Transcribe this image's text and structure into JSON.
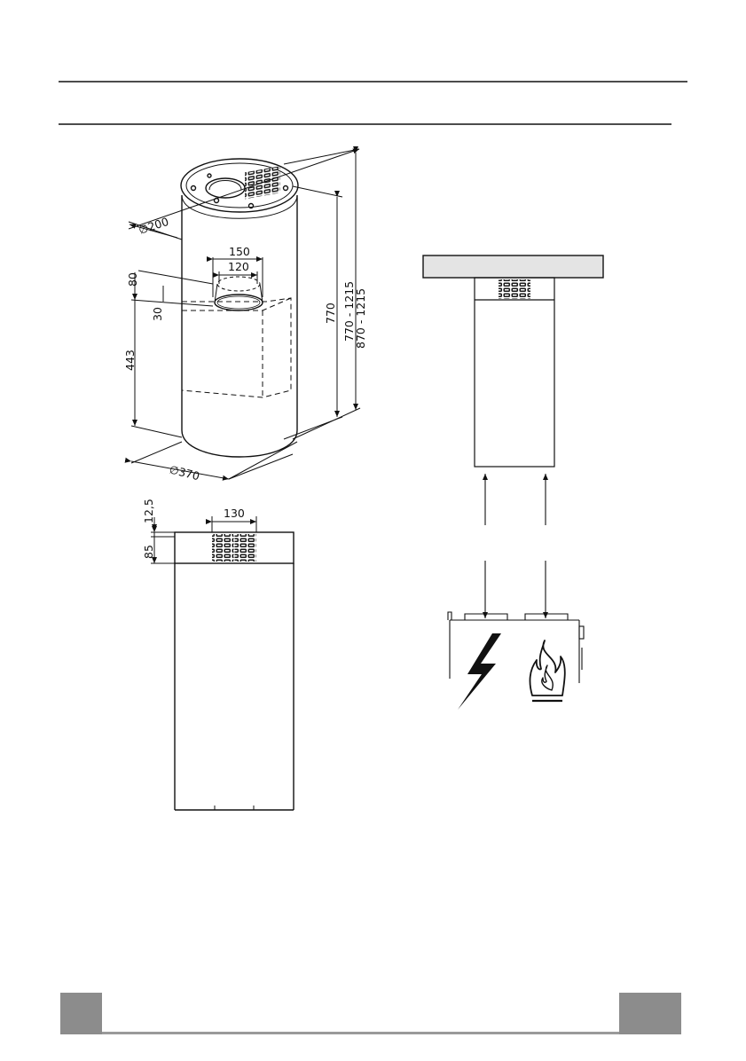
{
  "dimensions": {
    "top_diameter": "∅200",
    "outlet_width": "150",
    "outlet_inner": "120",
    "dim_80": "80",
    "dim_30": "30",
    "height_443": "443",
    "height_770": "770",
    "height_range_1": "770 - 1215",
    "height_range_2": "870 - 1215",
    "bottom_diameter": "∅370",
    "dim_12_5": "12,5",
    "vent_width": "130",
    "dim_85": "85"
  },
  "colors": {
    "line": "#111111",
    "ceiling_fill": "#e4e4e4",
    "footer_gray": "#8c8c8c"
  },
  "icons": [
    "lightning-icon",
    "flame-icon"
  ]
}
